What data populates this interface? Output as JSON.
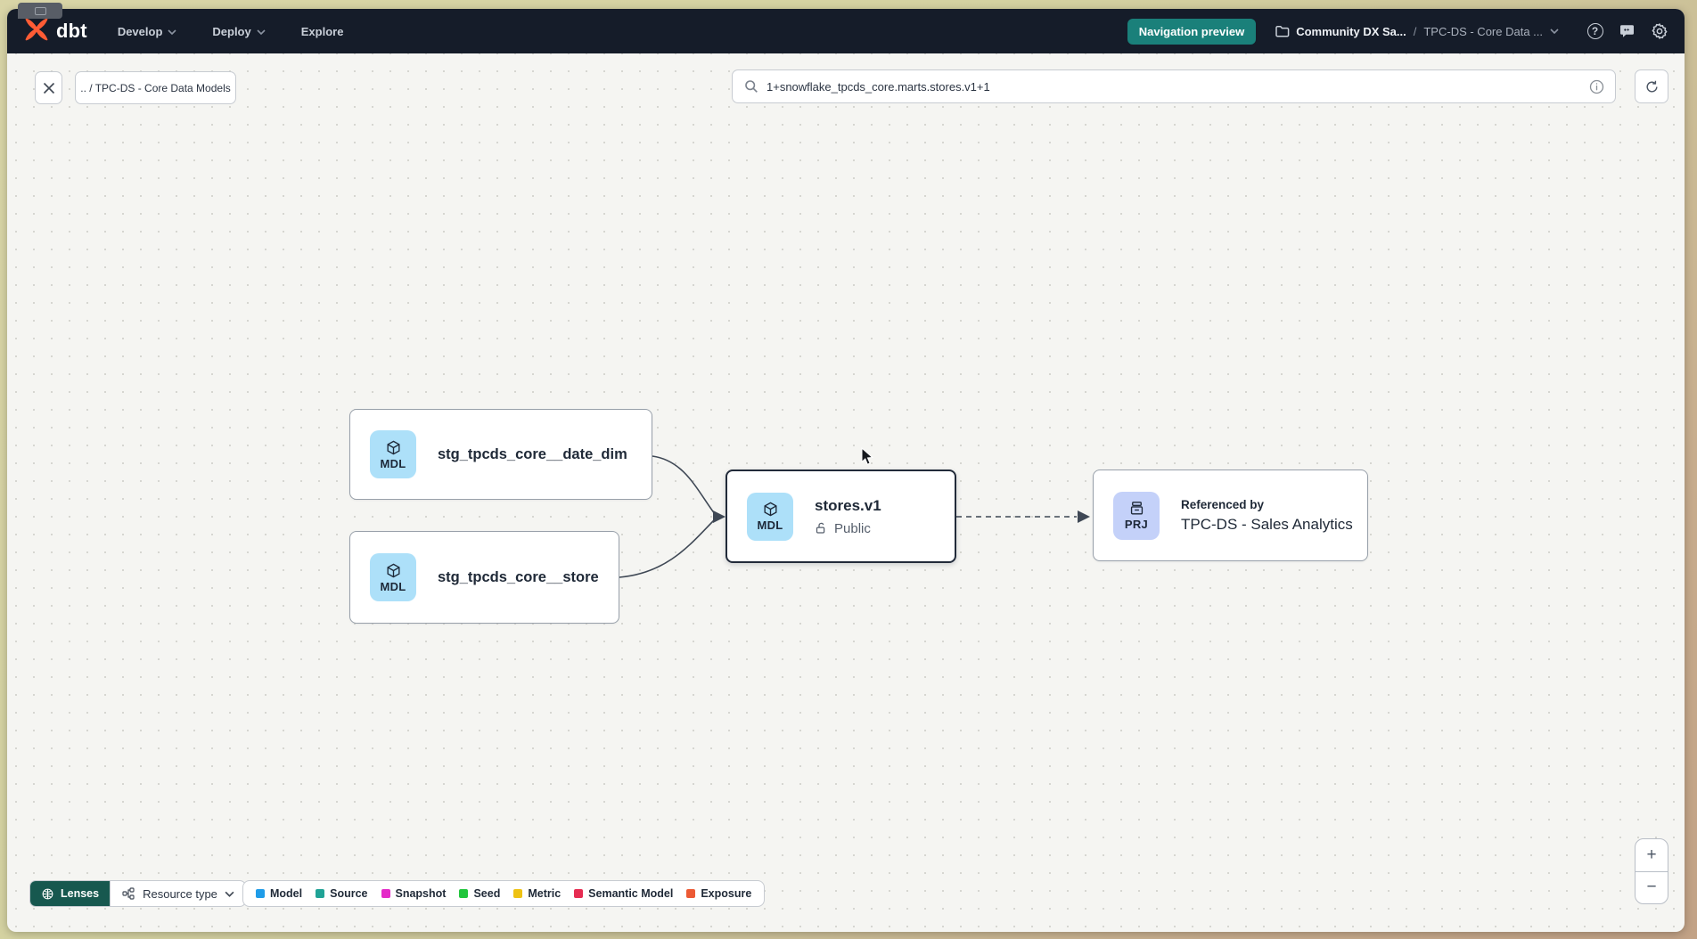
{
  "navbar": {
    "logo_text": "dbt",
    "menu": [
      {
        "label": "Develop"
      },
      {
        "label": "Deploy"
      },
      {
        "label": "Explore"
      }
    ],
    "preview_badge": "Navigation preview",
    "account": "Community DX Sa...",
    "breadcrumb_separator": "/",
    "project": "TPC-DS - Core Data ..."
  },
  "toolbar": {
    "breadcrumb_chip": ".. / TPC-DS - Core Data Models",
    "search_value": "1+snowflake_tpcds_core.marts.stores.v1+1"
  },
  "graph": {
    "nodes": [
      {
        "badge": "MDL",
        "label": "stg_tpcds_core__date_dim"
      },
      {
        "badge": "MDL",
        "label": "stg_tpcds_core__store"
      },
      {
        "badge": "MDL",
        "label": "stores.v1",
        "access": "Public"
      },
      {
        "badge": "PRJ",
        "kicker": "Referenced by",
        "label": "TPC-DS - Sales Analytics"
      }
    ]
  },
  "footer": {
    "lenses_label": "Lenses",
    "resource_type_label": "Resource type",
    "legend": [
      {
        "label": "Model",
        "color": "#1f9ce8"
      },
      {
        "label": "Source",
        "color": "#20a396"
      },
      {
        "label": "Snapshot",
        "color": "#e42ac8"
      },
      {
        "label": "Seed",
        "color": "#21c53c"
      },
      {
        "label": "Metric",
        "color": "#eec213"
      },
      {
        "label": "Semantic Model",
        "color": "#e62c52"
      },
      {
        "label": "Exposure",
        "color": "#ec5a35"
      }
    ]
  },
  "zoom_controls": {
    "zoom_in": "+",
    "zoom_out": "−"
  },
  "colors": {
    "navbar_bg": "#151c29",
    "accent_teal": "#1a807a",
    "brand_orange": "#ff5c35",
    "canvas_bg": "#f5f5f2"
  }
}
